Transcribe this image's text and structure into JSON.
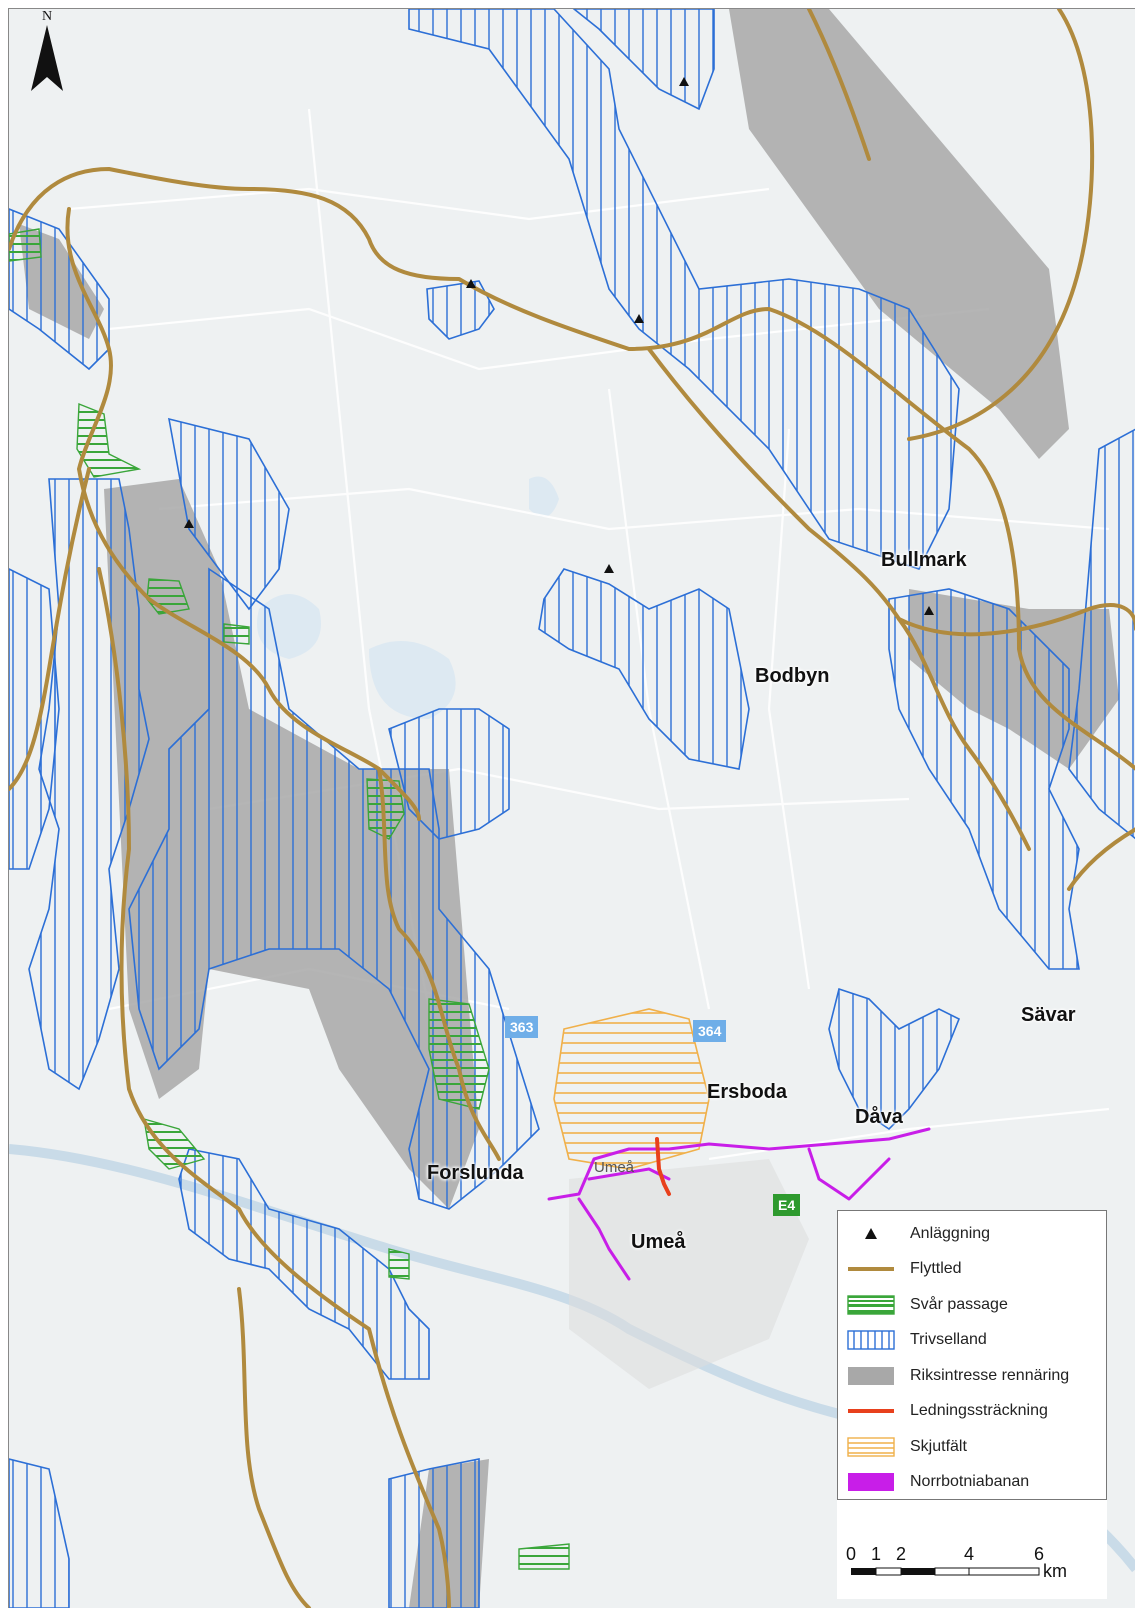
{
  "north_arrow": {
    "label": "N",
    "icon": "north-arrow-icon"
  },
  "places": {
    "bullmark": "Bullmark",
    "bodbyn": "Bodbyn",
    "savar": "Sävar",
    "ersboda": "Ersboda",
    "dava": "Dåva",
    "forslunda": "Forslunda",
    "umea": "Umeå",
    "umea_minor": "Umeå"
  },
  "roads": [
    {
      "id": "363",
      "label": "363",
      "color": "#6faee8"
    },
    {
      "id": "364",
      "label": "364",
      "color": "#6faee8"
    },
    {
      "id": "E4",
      "label": "E4",
      "color": "#2e9a2e"
    }
  ],
  "legend": {
    "items": [
      {
        "label": "Anläggning",
        "icon": "triangle-marker-icon"
      },
      {
        "label": "Flyttled",
        "color": "#b08a3e"
      },
      {
        "label": "Svår passage",
        "color": "#3aa63a"
      },
      {
        "label": "Trivselland",
        "color": "#2c6fd6"
      },
      {
        "label": "Riksintresse rennäring",
        "color": "#a8a8a8"
      },
      {
        "label": "Ledningssträckning",
        "color": "#e8401c"
      },
      {
        "label": "Skjutfält",
        "color": "#f0b04a"
      },
      {
        "label": "Norrbotniabanan",
        "color": "#c81ee8"
      }
    ]
  },
  "scale": {
    "ticks": [
      "0",
      "1",
      "2",
      "4",
      "6"
    ],
    "unit": "km"
  }
}
